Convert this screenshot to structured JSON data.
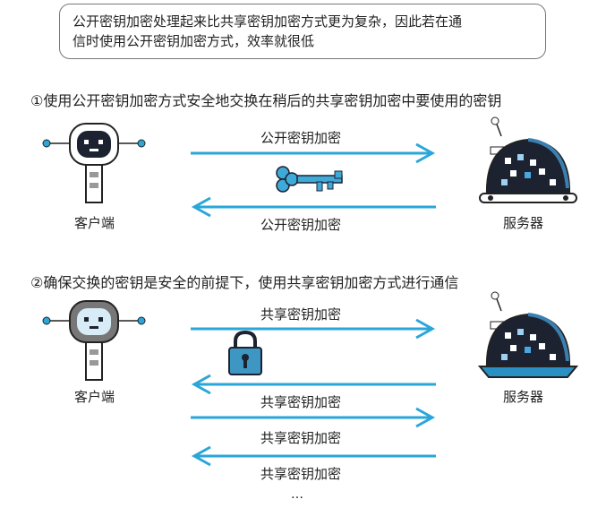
{
  "note": {
    "line1": "公开密钥加密处理起来比共享密钥加密方式更为复杂，因此若在通",
    "line2": "信时使用公开密钥加密方式，效率就很低"
  },
  "section1": {
    "heading": "①使用公开密钥加密方式安全地交换在稍后的共享密钥加密中要使用的密钥",
    "client_label": "客户端",
    "server_label": "服务器",
    "arrows": [
      "公开密钥加密",
      "公开密钥加密"
    ]
  },
  "section2": {
    "heading": "②确保交换的密钥是安全的前提下，使用共享密钥加密方式进行通信",
    "client_label": "客户端",
    "server_label": "服务器",
    "arrows": [
      "共享密钥加密",
      "共享密钥加密",
      "共享密钥加密",
      "共享密钥加密"
    ],
    "ellipsis": "…"
  },
  "colors": {
    "arrow": "#2aa6d9",
    "key": "#3fa9d8",
    "lock": "#3e96c3",
    "robot_dark": "#1c2230"
  }
}
